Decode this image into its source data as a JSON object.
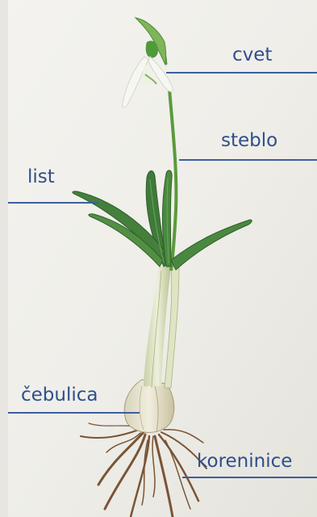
{
  "colors": {
    "paper": "#f2f1ec",
    "label_text": "#2f4f8a",
    "leader_line": "#3c5ea0",
    "leaf_green": "#3f7a3a",
    "stem_green": "#5b9a3c",
    "bulb_white": "#e8e4d2",
    "root_brown": "#7a5434",
    "petal_white": "#f7f7f2"
  },
  "labels": {
    "flower": "cvet",
    "stem": "steblo",
    "leaf": "list",
    "bulb": "čebulica",
    "roots": "koreninice"
  }
}
